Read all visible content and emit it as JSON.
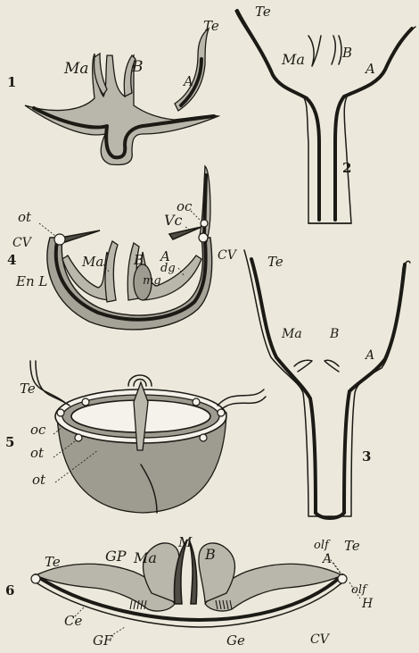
{
  "figures": [
    {
      "number": "1",
      "labels": [
        "Te",
        "Ma",
        "B",
        "A"
      ]
    },
    {
      "number": "2",
      "labels": [
        "Te",
        "Ma",
        "B",
        "A"
      ]
    },
    {
      "number": "4",
      "labels": [
        "ot",
        "oc",
        "Vc",
        "CV",
        "Ma",
        "B",
        "A",
        "dg",
        "mg",
        "CV",
        "En L"
      ]
    },
    {
      "number": "3",
      "labels": [
        "Te",
        "Ma",
        "B",
        "A"
      ]
    },
    {
      "number": "5",
      "labels": [
        "Te",
        "oc",
        "ot",
        "ot"
      ]
    },
    {
      "number": "6",
      "labels": [
        "Te",
        "GP",
        "Ma",
        "M",
        "B",
        "olf",
        "Te",
        "A",
        "H",
        "olf",
        "Ce",
        "GF",
        "Ge",
        "CV"
      ]
    }
  ],
  "colors": {
    "background": "#ece9dc",
    "dark_tissue": "#4f4c45",
    "light_tissue": "#b9b6ab",
    "ink": "#1c1a15"
  }
}
